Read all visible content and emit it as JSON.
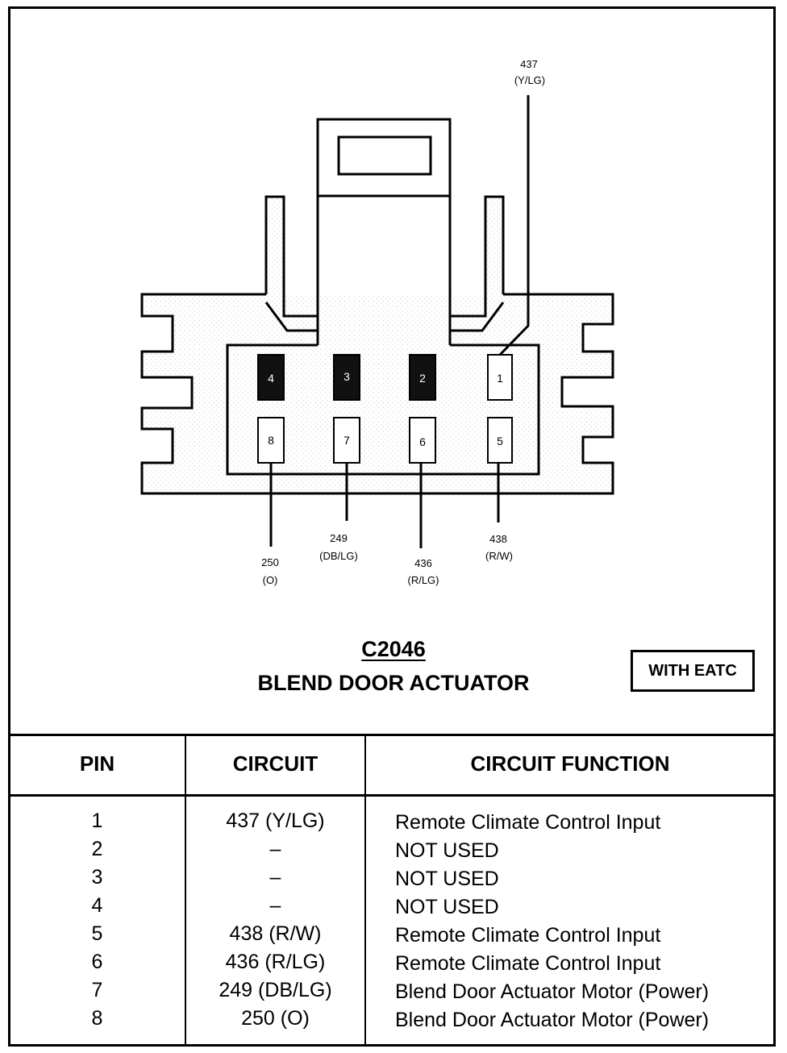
{
  "diagram": {
    "wire_labels": {
      "pin1": {
        "circuit": "437",
        "color": "(Y/LG)"
      },
      "pin5": {
        "circuit": "438",
        "color": "(R/W)"
      },
      "pin6": {
        "circuit": "436",
        "color": "(R/LG)"
      },
      "pin7": {
        "circuit": "249",
        "color": "(DB/LG)"
      },
      "pin8": {
        "circuit": "250",
        "color": "(O)"
      }
    },
    "pins_top": [
      "4",
      "3",
      "2",
      "1"
    ],
    "pins_bottom": [
      "8",
      "7",
      "6",
      "5"
    ],
    "connector_id": "C2046",
    "connector_name": "BLEND DOOR ACTUATOR",
    "badge": "WITH EATC"
  },
  "table": {
    "headers": {
      "pin": "PIN",
      "circuit": "CIRCUIT",
      "function": "CIRCUIT FUNCTION"
    },
    "rows": [
      {
        "pin": "1",
        "circuit": "437 (Y/LG)",
        "function": "Remote Climate Control Input"
      },
      {
        "pin": "2",
        "circuit": "–",
        "function": "NOT USED"
      },
      {
        "pin": "3",
        "circuit": "–",
        "function": "NOT USED"
      },
      {
        "pin": "4",
        "circuit": "–",
        "function": "NOT USED"
      },
      {
        "pin": "5",
        "circuit": "438 (R/W)",
        "function": "Remote Climate Control Input"
      },
      {
        "pin": "6",
        "circuit": "436 (R/LG)",
        "function": "Remote Climate Control Input"
      },
      {
        "pin": "7",
        "circuit": "249 (DB/LG)",
        "function": "Blend Door Actuator Motor (Power)"
      },
      {
        "pin": "8",
        "circuit": "250 (O)",
        "function": "Blend Door Actuator Motor (Power)"
      }
    ]
  }
}
